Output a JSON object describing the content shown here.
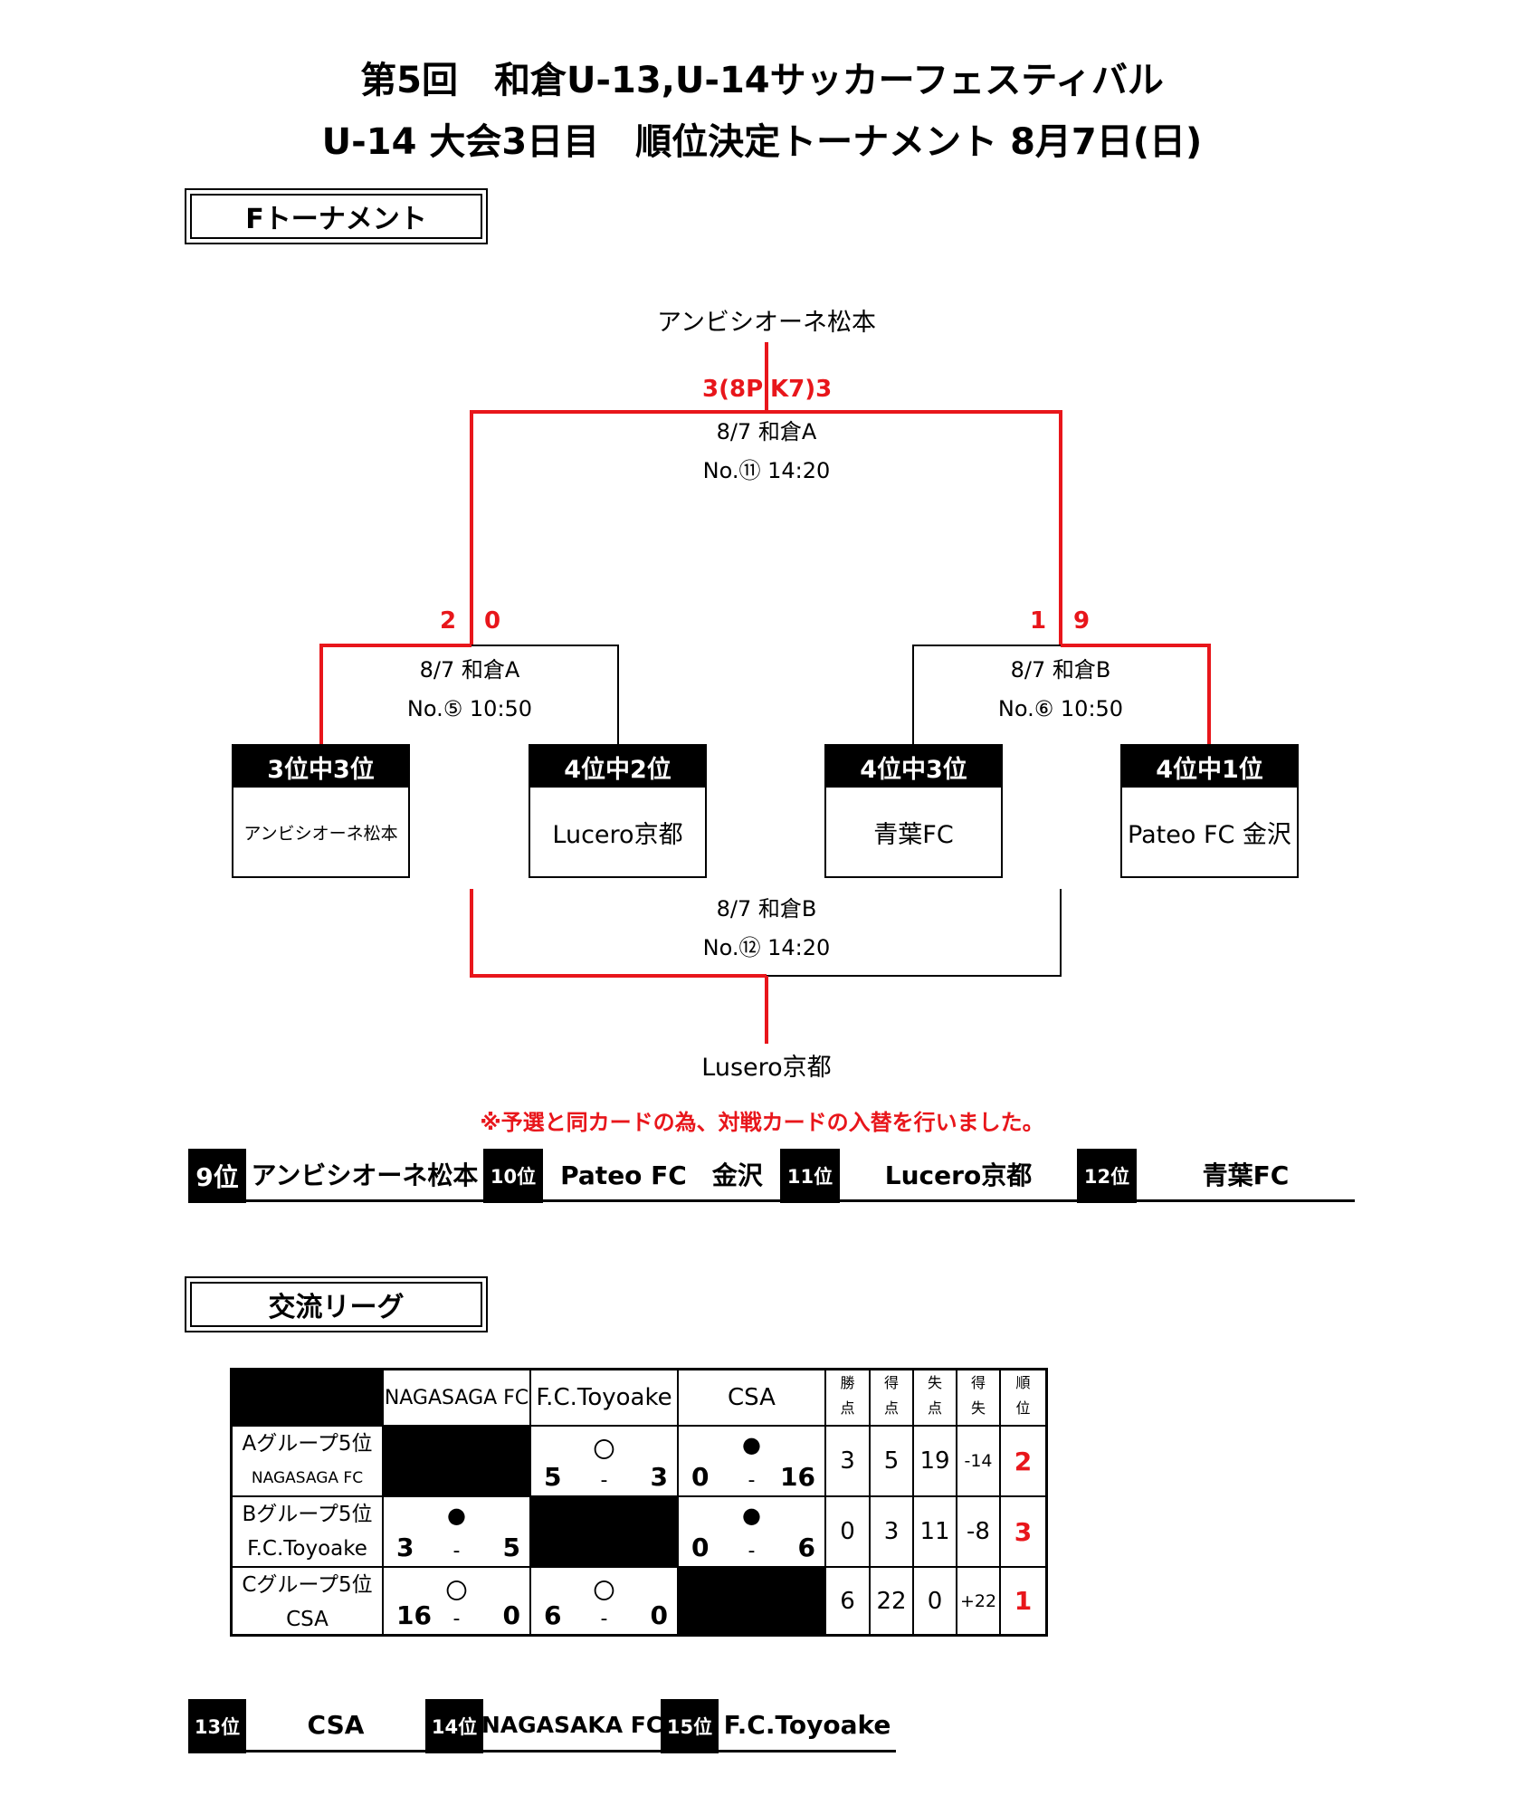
{
  "header": {
    "title1": "第5回　和倉U-13,U-14サッカーフェスティバル",
    "title2": "U-14 大会3日目　順位決定トーナメント 8月7日(日)"
  },
  "sections": {
    "f_tournament": "Fトーナメント",
    "league": "交流リーグ"
  },
  "bracket": {
    "winner": "アンビシオーネ松本",
    "final_score": "3(8P",
    "final_score_right": "K7)3",
    "final_info": {
      "line1": "8/7 和倉A",
      "line2": "No.⑪ 14:20"
    },
    "sf_left": {
      "score_a": "2",
      "score_b": "0",
      "line1": "8/7 和倉A",
      "line2": "No.⑤ 10:50"
    },
    "sf_right": {
      "score_a": "1",
      "score_b": "9",
      "line1": "8/7 和倉B",
      "line2": "No.⑥ 10:50"
    },
    "third_info": {
      "line1": "8/7 和倉B",
      "line2": "No.⑫ 14:20"
    },
    "third_winner": "Lusero京都",
    "teams": [
      {
        "label": "3位中3位",
        "name": "アンビシオーネ松本"
      },
      {
        "label": "4位中2位",
        "name": "Lucero京都"
      },
      {
        "label": "4位中3位",
        "name": "青葉FC"
      },
      {
        "label": "4位中1位",
        "name": "Pateo FC 金沢"
      }
    ]
  },
  "note": "※予選と同カードの為、対戦カードの入替を行いました。",
  "ranking_f": [
    {
      "rank": "9位",
      "name": "アンビシオーネ松本"
    },
    {
      "rank": "10位",
      "name": "Pateo FC　金沢"
    },
    {
      "rank": "11位",
      "name": "Lucero京都"
    },
    {
      "rank": "12位",
      "name": "青葉FC"
    }
  ],
  "league": {
    "columns": [
      "NAGASAGA FC",
      "F.C.Toyoake",
      "CSA"
    ],
    "stat_headers": [
      [
        "勝",
        "点"
      ],
      [
        "得",
        "点"
      ],
      [
        "失",
        "点"
      ],
      [
        "得",
        "失"
      ],
      [
        "順",
        "位"
      ]
    ],
    "rows": [
      {
        "group": "Aグループ5位",
        "team": "NAGASAGA FC",
        "results": [
          null,
          {
            "mark": "〇",
            "a": "5",
            "sep": "-",
            "b": "3"
          },
          {
            "mark": "●",
            "a": "0",
            "sep": "-",
            "b": "16"
          }
        ],
        "stats": [
          "3",
          "5",
          "19",
          "-14"
        ],
        "rank": "2"
      },
      {
        "group": "Bグループ5位",
        "team": "F.C.Toyoake",
        "results": [
          {
            "mark": "●",
            "a": "3",
            "sep": "-",
            "b": "5"
          },
          null,
          {
            "mark": "●",
            "a": "0",
            "sep": "-",
            "b": "6"
          }
        ],
        "stats": [
          "0",
          "3",
          "11",
          "-8"
        ],
        "rank": "3"
      },
      {
        "group": "Cグループ5位",
        "team": "CSA",
        "results": [
          {
            "mark": "〇",
            "a": "16",
            "sep": "-",
            "b": "0"
          },
          {
            "mark": "〇",
            "a": "6",
            "sep": "-",
            "b": "0"
          },
          null
        ],
        "stats": [
          "6",
          "22",
          "0",
          "+22"
        ],
        "rank": "1"
      }
    ]
  },
  "ranking_league": [
    {
      "rank": "13位",
      "name": "CSA"
    },
    {
      "rank": "14位",
      "name": "NAGASAKA FC"
    },
    {
      "rank": "15位",
      "name": "F.C.Toyoake"
    }
  ],
  "colors": {
    "highlight": "#e8161b",
    "ink": "#000000"
  }
}
